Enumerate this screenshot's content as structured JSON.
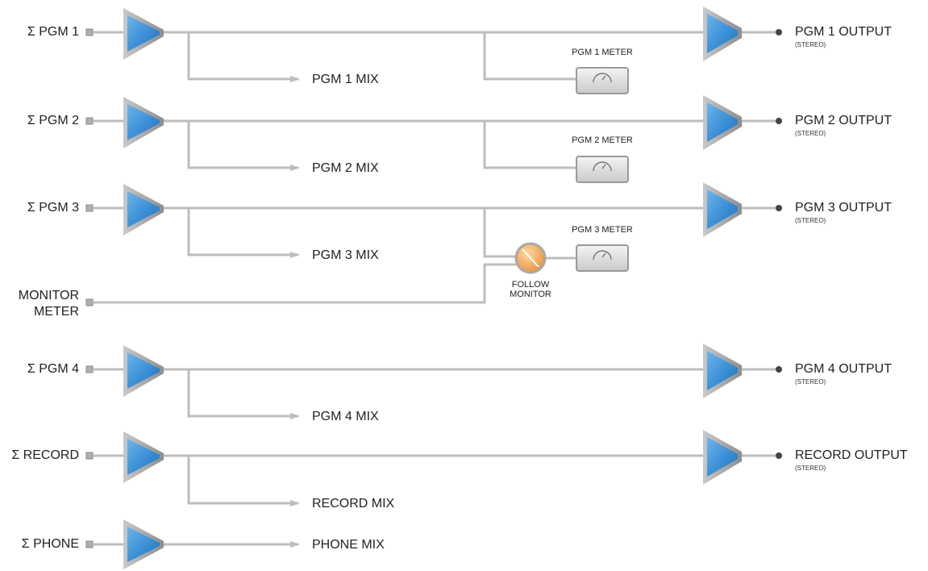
{
  "rows": [
    {
      "input": "Σ PGM 1",
      "mix": "PGM 1 MIX",
      "output": "PGM 1 OUTPUT",
      "output_sub": "(STEREO)",
      "meter": "PGM 1 METER"
    },
    {
      "input": "Σ PGM 2",
      "mix": "PGM 2 MIX",
      "output": "PGM 2 OUTPUT",
      "output_sub": "(STEREO)",
      "meter": "PGM 2 METER"
    },
    {
      "input": "Σ PGM 3",
      "mix": "PGM 3 MIX",
      "output": "PGM 3 OUTPUT",
      "output_sub": "(STEREO)",
      "meter": "PGM 3 METER"
    },
    {
      "input": "Σ PGM 4",
      "mix": "PGM 4 MIX",
      "output": "PGM 4 OUTPUT",
      "output_sub": "(STEREO)"
    },
    {
      "input": "Σ RECORD",
      "mix": "RECORD MIX",
      "output": "RECORD OUTPUT",
      "output_sub": "(STEREO)"
    },
    {
      "input": "Σ PHONE",
      "mix": "PHONE MIX"
    }
  ],
  "monitor_meter": {
    "line1": "MONITOR",
    "line2": "METER"
  },
  "follow_monitor": {
    "line1": "FOLLOW",
    "line2": "MONITOR"
  },
  "colors": {
    "amp_fill": "#3a8fd6",
    "amp_bezel": "#9a9a9a",
    "wire": "#b8b8b8",
    "follow_button": "#f2a551",
    "meter_box": "#d8d8d8"
  }
}
